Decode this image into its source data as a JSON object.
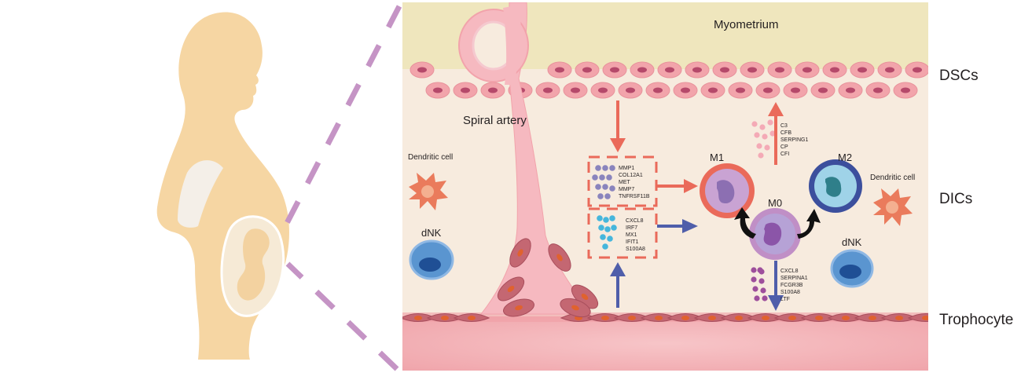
{
  "labels": {
    "myometrium": "Myometrium",
    "spiral_artery": "Spiral artery",
    "dendritic_cell_left": "Dendritic cell",
    "dendritic_cell_right": "Dendritic cell",
    "dnk_left": "dNK",
    "dnk_right": "dNK",
    "m0": "M0",
    "m1": "M1",
    "m2": "M2"
  },
  "layers": {
    "dscs": "DSCs",
    "dics": "DICs",
    "trophocyte": "Trophocyte"
  },
  "gene_groups": {
    "dsc_to_m1": [
      "MMP1",
      "COL12A1",
      "MET",
      "MMP7",
      "TNFRSF11B"
    ],
    "tropho_to_m": [
      "CXCL8",
      "IRF7",
      "MX1",
      "IFIT1",
      "S100A8"
    ],
    "m1_to_dsc": [
      "C3",
      "CFB",
      "SERPING1",
      "CP",
      "CFI"
    ],
    "m0_to_tropho": [
      "CXCL8",
      "SERPINA1",
      "FCGR3B",
      "S100A8",
      "LTF"
    ]
  },
  "colors": {
    "silhouette": "#f6d6a3",
    "myometrium": "#efe6bd",
    "decidua": "#f7ebde",
    "trophoblast": "#f4b6bb",
    "dsc_cell": "#f2a4ab",
    "orange_arrow": "#ea6a5a",
    "blue_arrow": "#4f5eaa",
    "dashed_zoom": "#c594c5"
  }
}
